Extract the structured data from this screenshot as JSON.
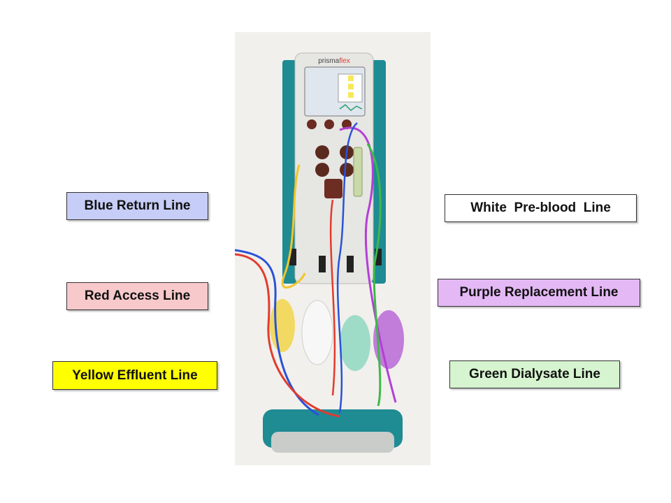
{
  "device": {
    "brand_prefix": "prisma",
    "brand_suffix": "flex"
  },
  "labels": {
    "blue_return": {
      "text": "Blue Return Line",
      "color": "#c6cdf6"
    },
    "red_access": {
      "text": "Red Access Line",
      "color": "#f7c9cb"
    },
    "yellow_effluent": {
      "text": "Yellow Effluent Line",
      "color": "#ffff00"
    },
    "white_pre_blood": {
      "text": "White  Pre-blood  Line",
      "color": "#ffffff"
    },
    "purple_replacement": {
      "text": "Purple Replacement Line",
      "color": "#e3b8f4"
    },
    "green_dialysate": {
      "text": "Green Dialysate Line",
      "color": "#d6f4cf"
    }
  },
  "line_colors": {
    "blue": "#2a52d8",
    "red": "#e33a2e",
    "yellow": "#f2c52a",
    "white": "#fafafa",
    "purple": "#b33fd6",
    "green": "#3fb84a",
    "teal": "#1f8b93"
  }
}
